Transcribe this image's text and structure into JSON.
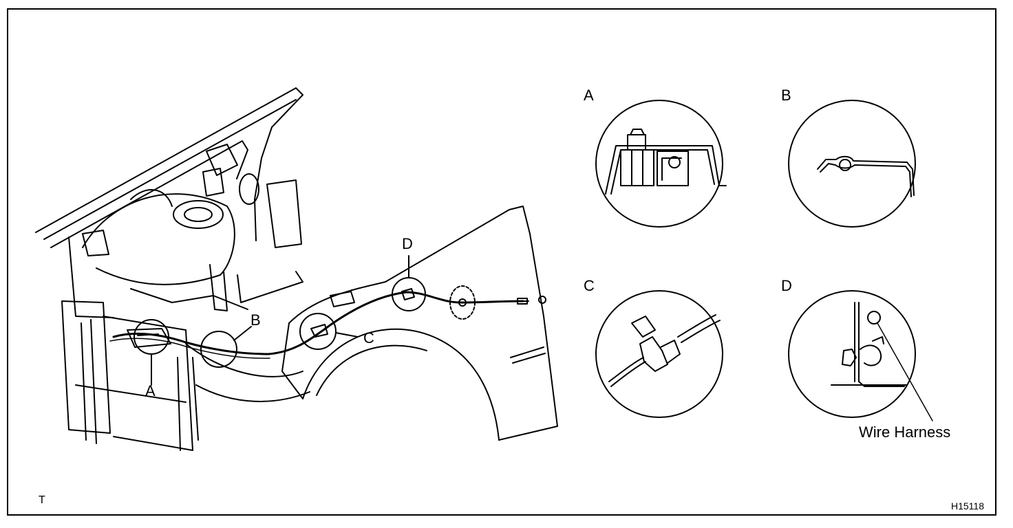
{
  "labels": {
    "main_a": "A",
    "main_b": "B",
    "main_c": "C",
    "main_d": "D",
    "detail_a": "A",
    "detail_b": "B",
    "detail_c": "C",
    "detail_d": "D",
    "wire_harness": "Wire Harness",
    "corner_mark": "T",
    "figure_code": "H15118"
  },
  "colors": {
    "ink": "#000000",
    "paper": "#ffffff"
  }
}
